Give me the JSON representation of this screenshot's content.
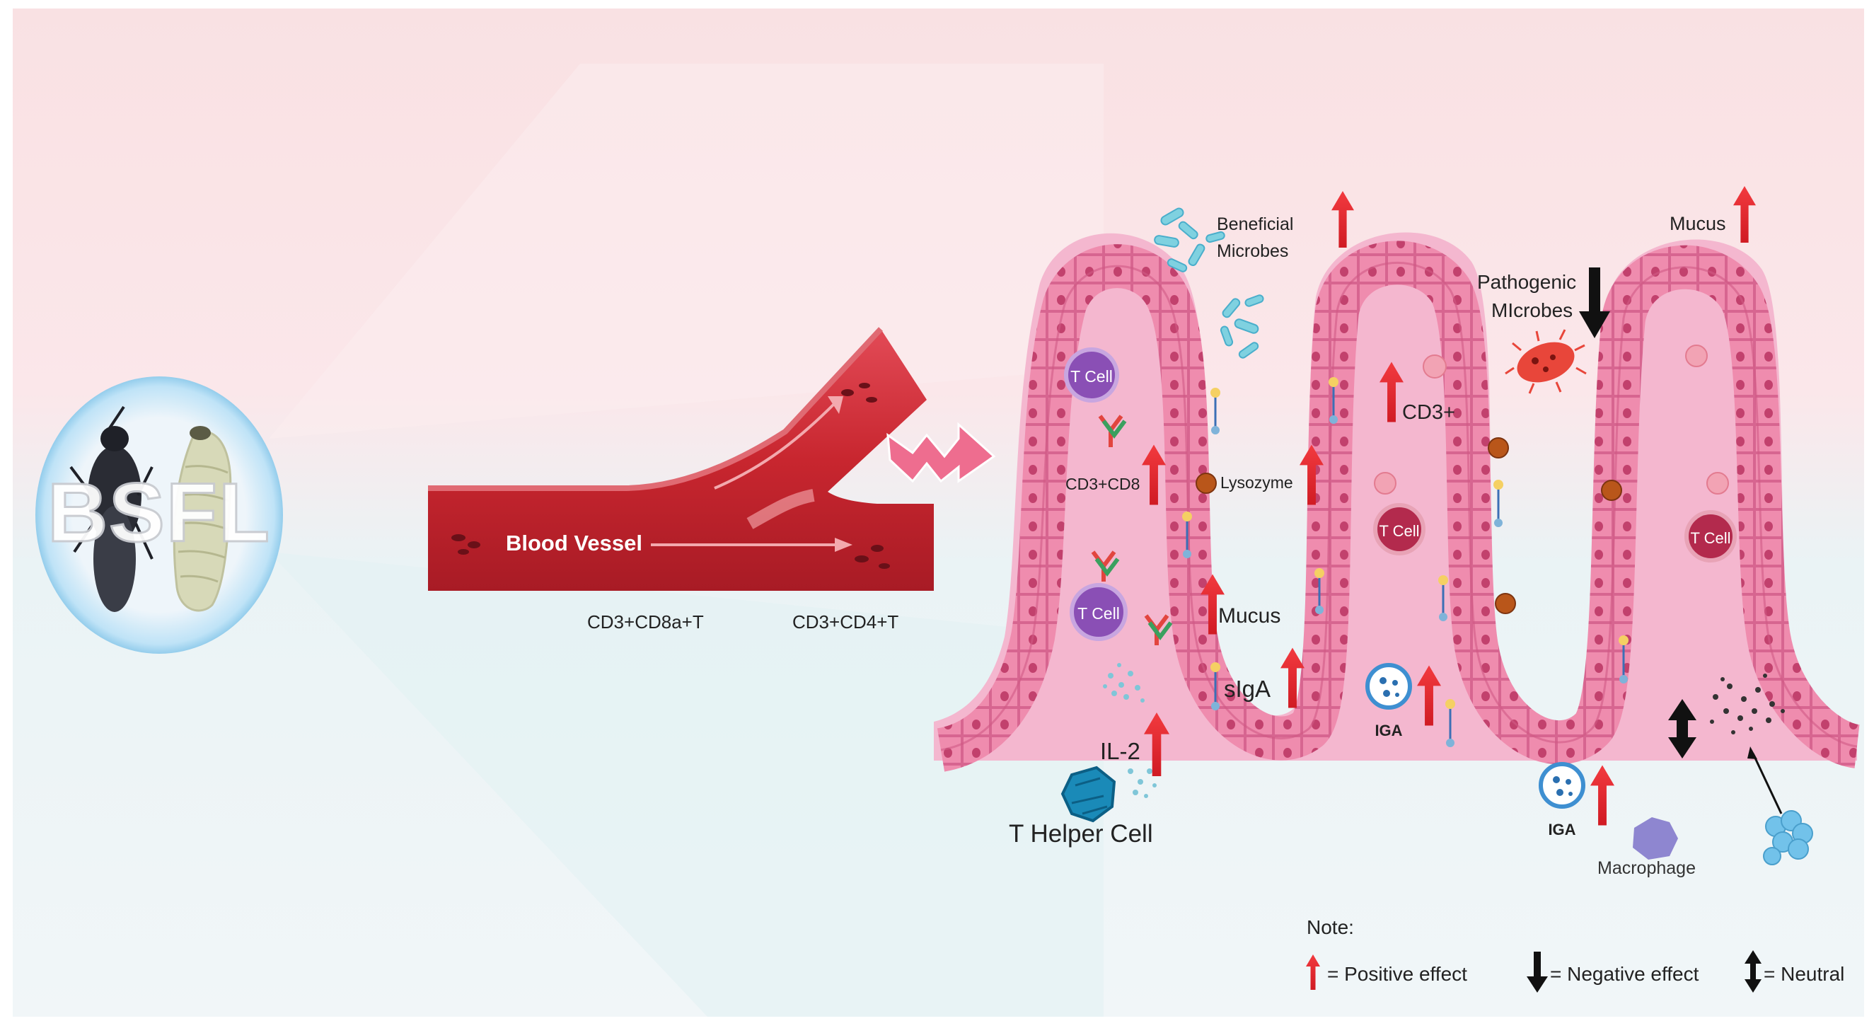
{
  "title": "BSFL",
  "labels": {
    "blood_vessel": "Blood Vessel",
    "cd3_cd8a_t": "CD3+CD8a+T",
    "cd3_cd4_t": "CD3+CD4+T",
    "beneficial_microbes": [
      "Beneficial",
      "Microbes"
    ],
    "pathogenic_microbes": [
      "Pathogenic",
      "MIcrobes"
    ],
    "mucus_top": "Mucus",
    "cd3": "CD3+",
    "t_cell": "T Cell",
    "cd3_cd8": "CD3+CD8",
    "lysozyme": "Lysozyme",
    "mucus_mid": "Mucus",
    "siga": "sIgA",
    "iga": "IGA",
    "il2": "IL-2",
    "t_helper_cell": "T Helper Cell",
    "macrophage": "Macrophage"
  },
  "legend": {
    "note": "Note:",
    "positive": "= Positive effect",
    "negative": "= Negative effect",
    "neutral": "= Neutral"
  },
  "colors": {
    "positive_arrow": "#e8262b",
    "negative_arrow": "#111111",
    "vessel": "#c8262f",
    "tissue": "#f3b3cc",
    "epithelium": "#ec7fa4"
  }
}
